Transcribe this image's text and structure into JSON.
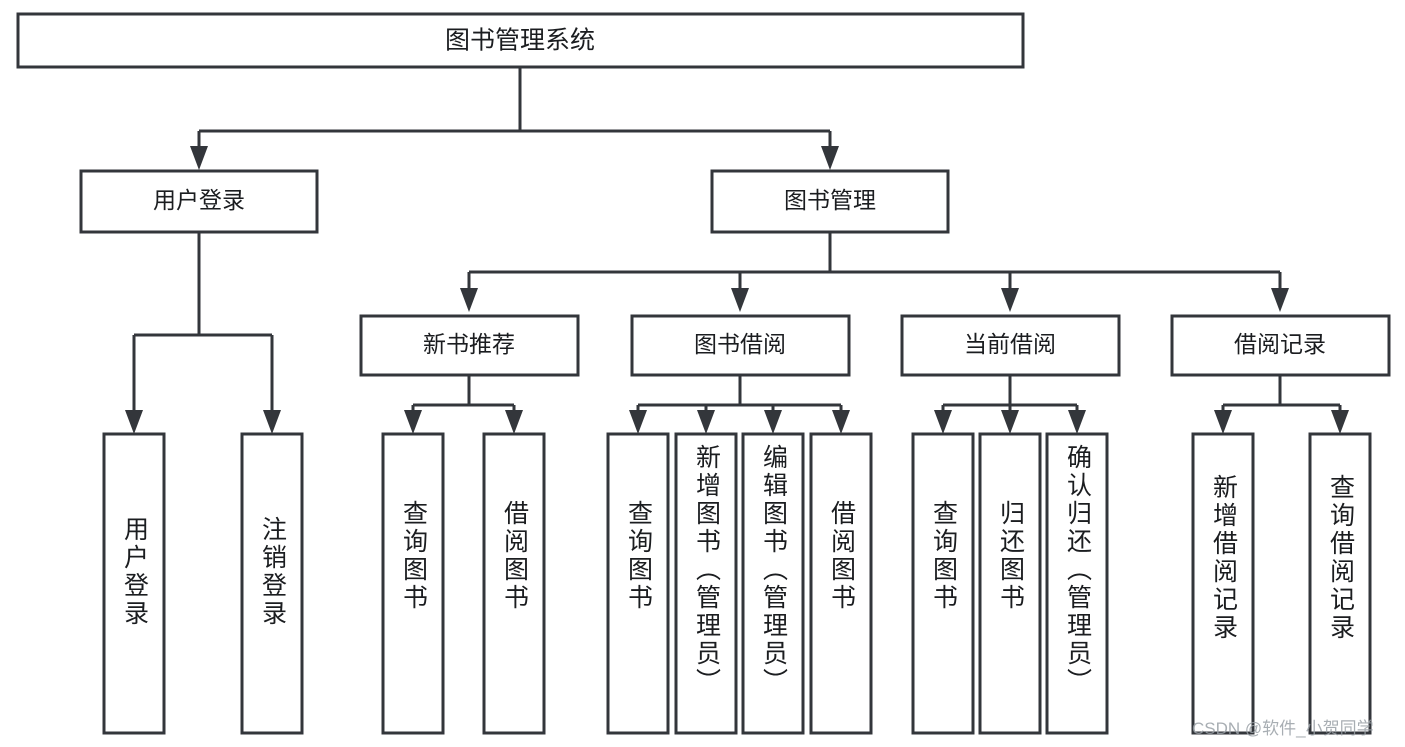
{
  "diagram": {
    "type": "hierarchy-tree",
    "title": "图书管理系统",
    "watermark": "CSDN @软件_小贺同学",
    "colors": {
      "box_stroke": "#33363b",
      "box_fill": "#ffffff",
      "text": "#1b1d20",
      "background": "#ffffff",
      "watermark": "#9aa0a6"
    },
    "levels": {
      "root": {
        "label": "图书管理系统"
      },
      "level2": [
        {
          "label": "用户登录"
        },
        {
          "label": "图书管理"
        }
      ],
      "level3": [
        {
          "label": "新书推荐"
        },
        {
          "label": "图书借阅"
        },
        {
          "label": "当前借阅"
        },
        {
          "label": "借阅记录"
        }
      ]
    },
    "leaves": {
      "user_login": [
        {
          "label": "用户登录"
        },
        {
          "label": "注销登录"
        }
      ],
      "new_book_recommend": [
        {
          "label": "查询图书"
        },
        {
          "label": "借阅图书"
        }
      ],
      "book_borrow": [
        {
          "label": "查询图书"
        },
        {
          "label": "新增图书（管理员）"
        },
        {
          "label": "编辑图书（管理员）"
        },
        {
          "label": "借阅图书"
        }
      ],
      "current_borrow": [
        {
          "label": "查询图书"
        },
        {
          "label": "归还图书"
        },
        {
          "label": "确认归还（管理员）"
        }
      ],
      "borrow_record": [
        {
          "label": "新增借阅记录"
        },
        {
          "label": "查询借阅记录"
        }
      ]
    }
  }
}
